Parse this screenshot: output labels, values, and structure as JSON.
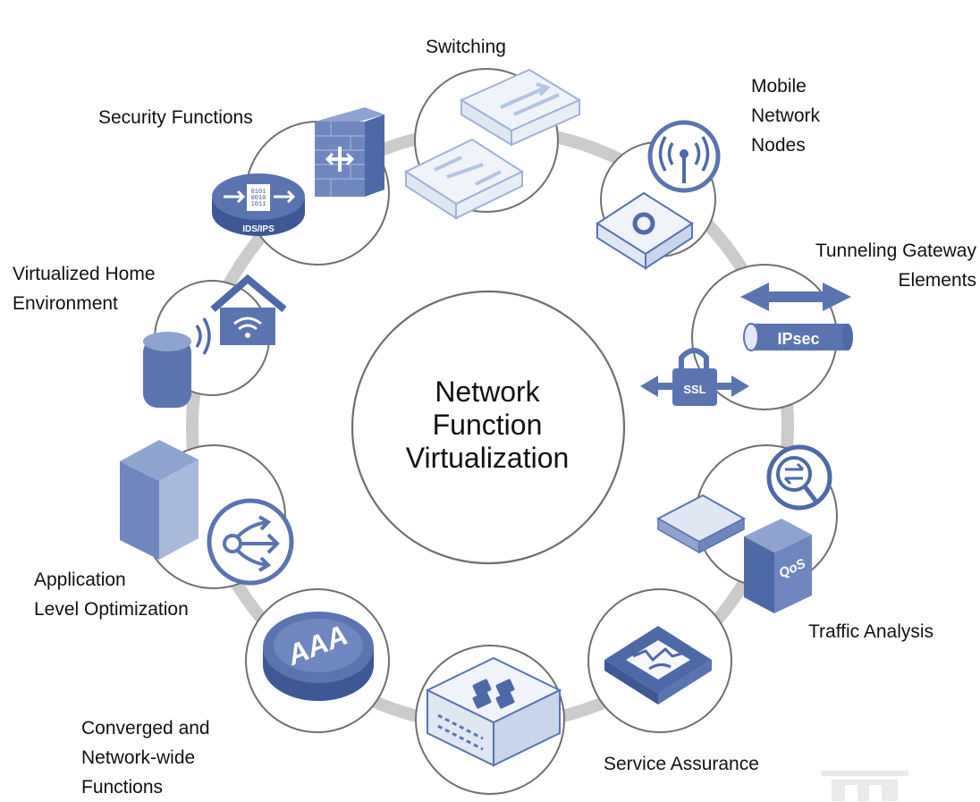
{
  "center": {
    "title": "Network\nFunction\nVirtualization"
  },
  "colors": {
    "ring": "#c8c8c8",
    "circle_stroke": "#6f6f6f",
    "icon_dark": "#4e69a8",
    "icon_mid": "#6f86bf",
    "icon_light": "#dfe7f3"
  },
  "nodes": [
    {
      "id": "switching",
      "label": "Switching",
      "icon": "switch-icon"
    },
    {
      "id": "mobile",
      "label": "Mobile\nNetwork\nNodes",
      "icon": "antenna-icon"
    },
    {
      "id": "tunneling",
      "label": "Tunneling Gateway\nElements",
      "icon": "ipsec-tunnel-icon",
      "badges": [
        "IPsec",
        "SSL"
      ]
    },
    {
      "id": "traffic",
      "label": "Traffic Analysis",
      "icon": "qos-server-icon",
      "badges": [
        "QoS"
      ]
    },
    {
      "id": "service",
      "label": "Service Assurance",
      "icon": "monitor-icon"
    },
    {
      "id": "converged",
      "label": "Converged and\nNetwork-wide\nFunctions",
      "icon": "server-chassis-icon"
    },
    {
      "id": "aaa",
      "label": "",
      "icon": "aaa-disc-icon",
      "badges": [
        "AAA"
      ]
    },
    {
      "id": "appopt",
      "label": "Application\nLevel Optimization",
      "icon": "optimization-icon"
    },
    {
      "id": "home",
      "label": "Virtualized Home\nEnvironment",
      "icon": "smart-home-icon"
    },
    {
      "id": "security",
      "label": "Security Functions",
      "icon": "firewall-icon",
      "badges": [
        "0101\n0010\n1011",
        "IDS/IPS"
      ]
    }
  ]
}
